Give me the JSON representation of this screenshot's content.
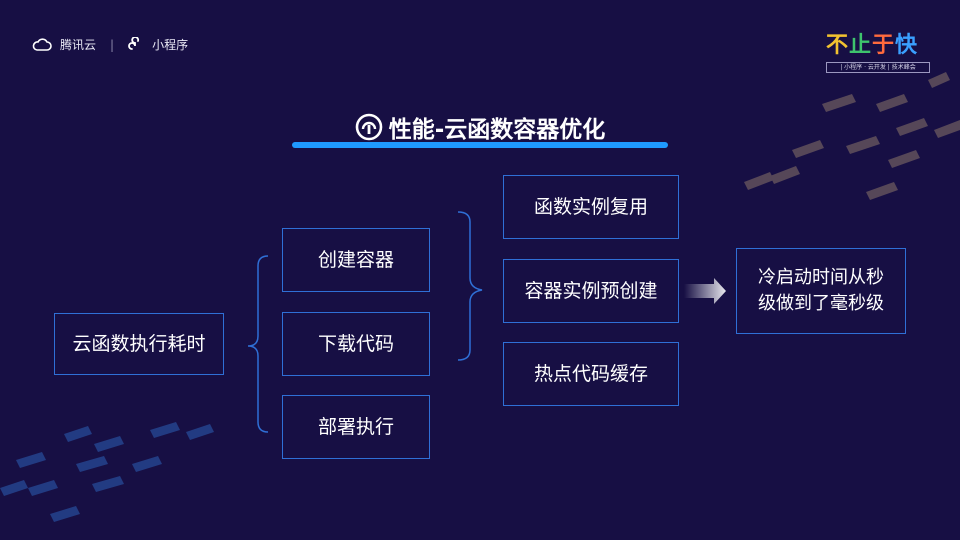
{
  "header": {
    "brand_name": "腾讯云",
    "separator": "|",
    "miniapp_name": "小程序",
    "event_chars": [
      "不",
      "止",
      "于",
      "快"
    ],
    "event_char_colors": [
      "#f2c230",
      "#3ec46d",
      "#ff6a3d",
      "#3aa0ff"
    ],
    "event_subtitle": "| 小程序 · 云开发 | 技术峰会"
  },
  "title": {
    "text": "性能-云函数容器优化",
    "accent_color": "#1f9aff"
  },
  "diagram": {
    "root": "云函数执行耗时",
    "stages": [
      "创建容器",
      "下载代码",
      "部署执行"
    ],
    "optimizations": [
      "函数实例复用",
      "容器实例预创建",
      "热点代码缓存"
    ],
    "result_line1": "冷启动时间从秒",
    "result_line2": "级做到了毫秒级",
    "box_border_color": "#2f6fd6"
  }
}
